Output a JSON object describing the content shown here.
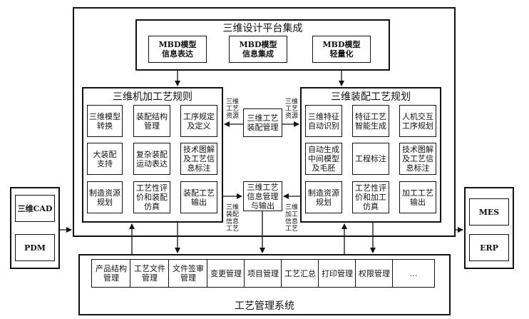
{
  "platform": {
    "title": "三维设计平台集成",
    "modules": [
      "MBD模型\n信息表达",
      "MBD模型\n信息集成",
      "MBD模型\n轻量化"
    ]
  },
  "machining": {
    "title": "三维机加工艺规则",
    "cells": [
      "三维模型\n转换",
      "装配结构\n管理",
      "工序规定\n及定义",
      "大装配\n支持",
      "复杂装配\n运动表达",
      "技术图解\n及工艺信\n息标注",
      "制造资源\n规划",
      "工艺性评\n价和装配\n仿真",
      "装配工艺\n输出"
    ]
  },
  "assembly": {
    "title": "三维装配工艺规划",
    "cells": [
      "三维特征\n自动识别",
      "特征工艺\n智能生成",
      "人机交互\n工序规划",
      "自动生成\n中间模型\n及毛胚",
      "工程标注",
      "技术图解\n及工艺信\n息标注",
      "制造资源\n规划",
      "工艺性评\n价和加工\n仿真",
      "加工工艺\n输出"
    ]
  },
  "center": {
    "assembly_mgmt": "三维工艺\n装配管理",
    "info_mgmt": "三维工艺\n信息管理\n与输出"
  },
  "arrow_labels": {
    "left_top": "三维\n工艺\n资源",
    "right_top": "三维\n工艺\n资源",
    "left_bottom": "三维\n装配\n信息\n工艺",
    "right_bottom": "三维\n加工\n信息\n工艺"
  },
  "left_systems": [
    "三维CAD",
    "PDM"
  ],
  "right_systems": [
    "MES",
    "ERP"
  ],
  "management": {
    "title": "工艺管理系统",
    "items": [
      "产品结构\n管理",
      "工艺文件\n管理",
      "文件签审\n管理",
      "变更管理",
      "项目管理",
      "工艺汇总",
      "打印管理",
      "权限管理",
      "…"
    ]
  }
}
